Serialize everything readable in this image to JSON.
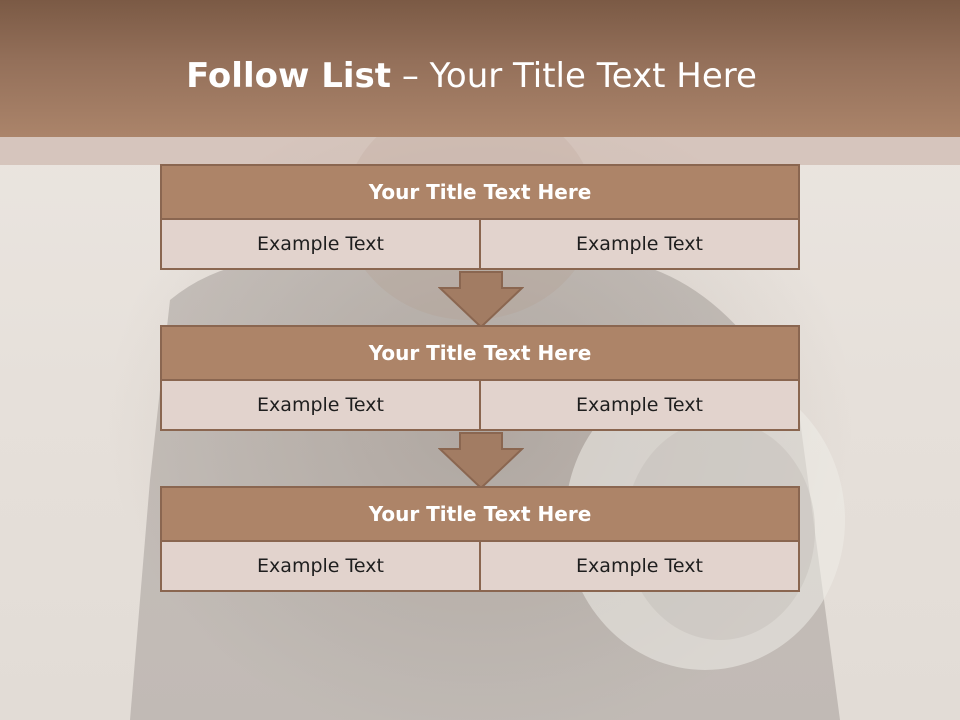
{
  "slide": {
    "title_bold": "Follow List",
    "title_dash": "–",
    "title_rest": "Your Title Text Here"
  },
  "blocks": [
    {
      "title": "Your Title Text Here",
      "left_text": "Example Text",
      "right_text": "Example Text"
    },
    {
      "title": "Your Title Text Here",
      "left_text": "Example Text",
      "right_text": "Example Text"
    },
    {
      "title": "Your Title Text Here",
      "left_text": "Example Text",
      "right_text": "Example Text"
    }
  ],
  "colors": {
    "header": "#9c7660",
    "block_title": "#ad8468",
    "block_cell": "#e2d3cd",
    "arrow": "#a27c63"
  }
}
